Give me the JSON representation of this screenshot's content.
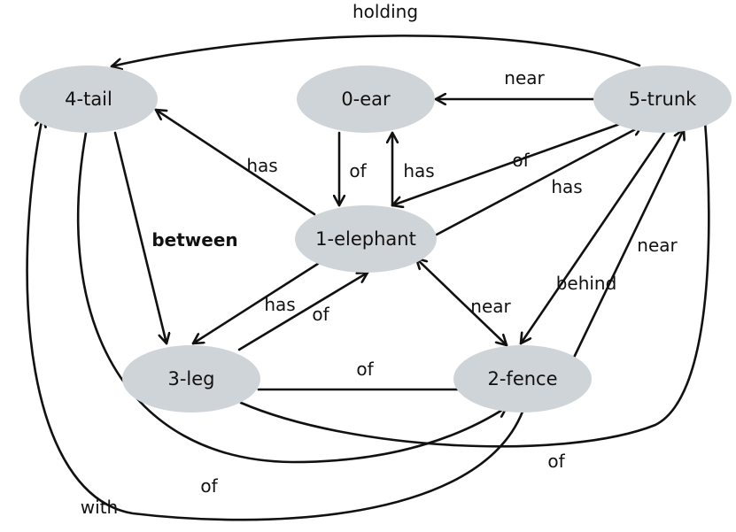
{
  "nodes": {
    "ear": "0-ear",
    "elephant": "1-elephant",
    "fence": "2-fence",
    "leg": "3-leg",
    "tail": "4-tail",
    "trunk": "5-trunk"
  },
  "edges": {
    "tail_trunk_holding": "holding",
    "ear_trunk_near": "near",
    "elephant_tail_has": "has",
    "ear_elephant_of": "of",
    "elephant_ear_has": "has",
    "trunk_elephant_of": "of",
    "elephant_trunk_has": "has",
    "tail_leg_between": "between",
    "fence_trunk_near": "near",
    "trunk_fence_behind": "behind",
    "elephant_fence_near": "near",
    "elephant_leg_has": "has",
    "leg_elephant_of": "of",
    "leg_fence_of": "of",
    "leg_trunk_of": "of",
    "tail_fence_of": "of",
    "fence_tail_with": "with"
  }
}
